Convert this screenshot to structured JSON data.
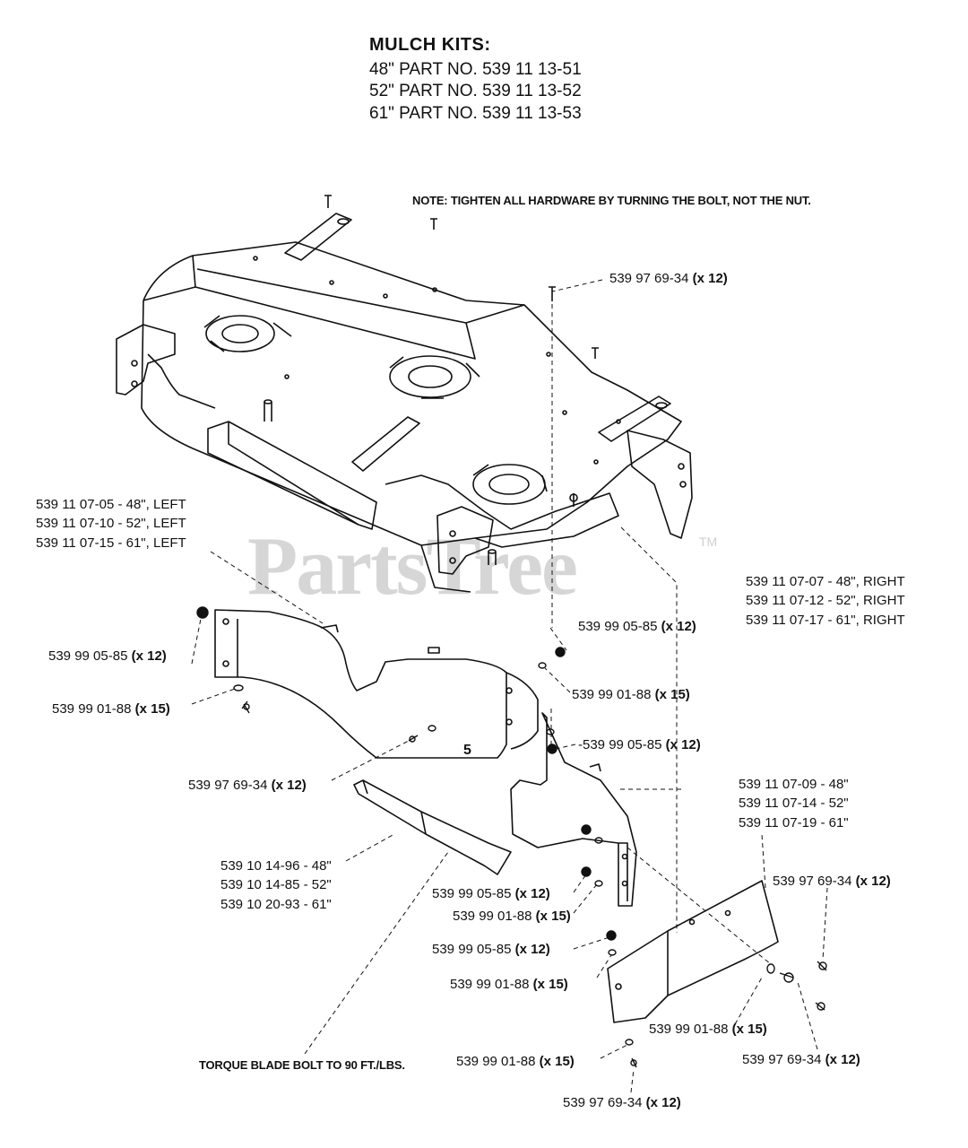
{
  "header": {
    "title": "MULCH KITS:",
    "lines": [
      "48\" PART NO. 539 11 13-51",
      "52\" PART NO. 539 11 13-52",
      "61\" PART NO. 539 11 13-53"
    ]
  },
  "notes": {
    "hardware": "NOTE: TIGHTEN ALL HARDWARE BY TURNING THE BOLT, NOT THE NUT.",
    "torque": "TORQUE BLADE BOLT TO 90 FT./LBS."
  },
  "watermark": {
    "text": "PartsTree",
    "tm": "TM"
  },
  "callout_number": "5",
  "labels": {
    "bolt_top": {
      "num": "539  97 69-34",
      "qty": "(x 12)"
    },
    "left_baffle": [
      "539 11 07-05 - 48\", LEFT",
      "539 11 07-10 - 52\", LEFT",
      "539 11 07-15 - 61\", LEFT"
    ],
    "right_baffle": [
      "539 11 07-07 - 48\", RIGHT",
      "539 11 07-12 - 52\", RIGHT",
      "539 11 07-17 - 61\", RIGHT"
    ],
    "nut_left": {
      "num": "539 99 05-85",
      "qty": "(x 12)"
    },
    "washer_left": {
      "num": "539  99 01-88",
      "qty": "(x 15)"
    },
    "nut_mid": {
      "num": "539 99 05-85",
      "qty": "(x 12)"
    },
    "washer_mid": {
      "num": "539  99 01-88",
      "qty": "(x 15)"
    },
    "nut_mid2": {
      "num": "-539 99 05-85",
      "qty": "(x 12)"
    },
    "bolt_mid": {
      "num": "539  97 69-34",
      "qty": "(x 12)"
    },
    "front_baffle": [
      "539 11 07-09 - 48\"",
      "539 11 07-14 - 52\"",
      "539 11 07-19 - 61\""
    ],
    "blade": [
      "539 10 14-96 - 48\"",
      "539 10 14-85 - 52\"",
      "539 10 20-93 - 61\""
    ],
    "bolt_right": {
      "num": "539  97 69-34",
      "qty": "(x 12)"
    },
    "nut_lower": {
      "num": "539 99 05-85",
      "qty": "(x 12)"
    },
    "washer_lower": {
      "num": "539  99 01-88",
      "qty": "(x 15)"
    },
    "nut_lower2": {
      "num": "539 99 05-85",
      "qty": "(x 12)"
    },
    "washer_lower2": {
      "num": "539  99 01-88",
      "qty": "(x 15)"
    },
    "washer_br": {
      "num": "539  99 01-88",
      "qty": "(x 15)"
    },
    "bolt_br": {
      "num": "539  97 69-34",
      "qty": "(x 12)"
    },
    "washer_bottom": {
      "num": "539  99 01-88",
      "qty": "(x 15)"
    },
    "bolt_bottom": {
      "num": "539  97 69-34",
      "qty": "(x 12)"
    }
  }
}
